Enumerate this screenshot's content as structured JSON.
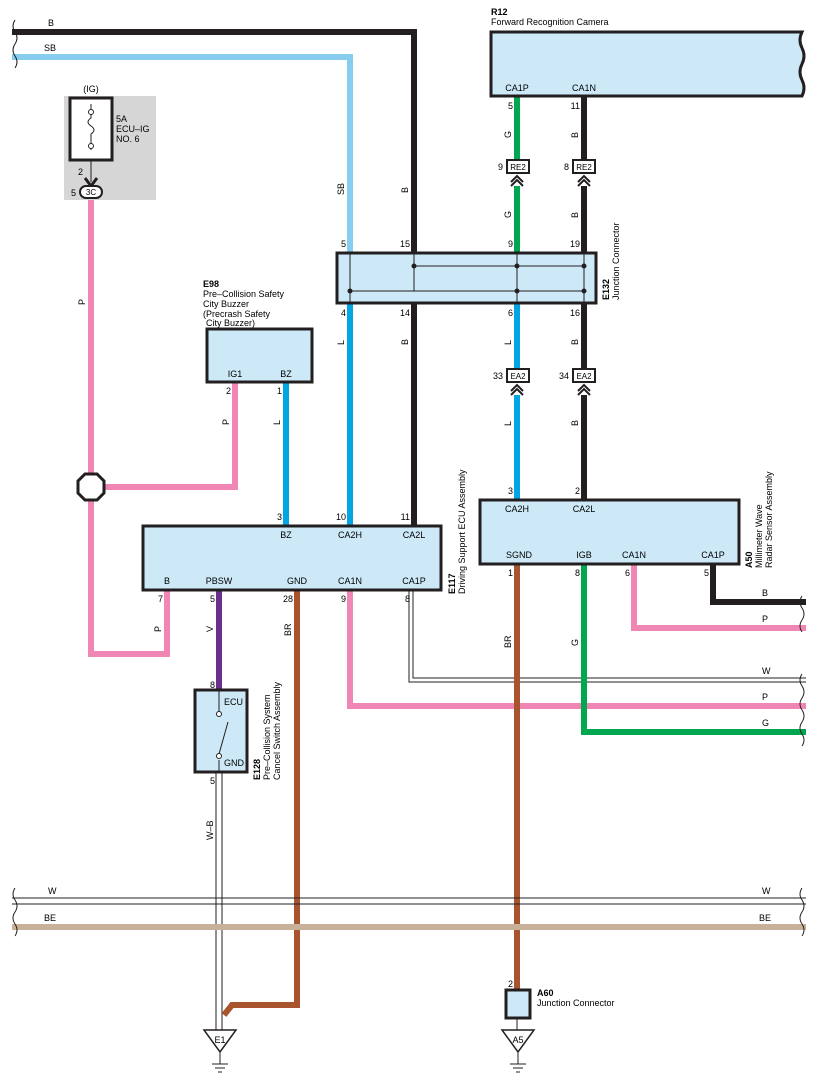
{
  "colors": {
    "black": "#231f20",
    "sky_blue": "#87cdf0",
    "blue": "#00a6e4",
    "pink": "#ef86b4",
    "green": "#00a650",
    "brown": "#a8552f",
    "violet": "#6a2e8c",
    "beige": "#c7b299",
    "box_fill": "#cde9f8",
    "fuse_panel": "#d6d6d6"
  },
  "buses": {
    "b": "B",
    "sb": "SB",
    "w": "W",
    "be": "BE"
  },
  "fuse": {
    "source": "(IG)",
    "rating": "5A",
    "name1": "ECU–IG",
    "name2": "NO. 6",
    "pin": "2",
    "conn_pin": "5",
    "connector": "3C"
  },
  "camera": {
    "code": "R12",
    "name": "Forward Recognition Camera",
    "terminals": [
      "CA1P",
      "CA1N"
    ],
    "pins": [
      "5",
      "11"
    ]
  },
  "re2": {
    "label": "RE2",
    "pins": [
      "9",
      "8"
    ]
  },
  "ea2": {
    "label": "EA2",
    "pins": [
      "33",
      "34"
    ]
  },
  "e132": {
    "code": "E132",
    "name": "Junction Connector",
    "top_pins": [
      "5",
      "15",
      "9",
      "19"
    ],
    "bottom_pins": [
      "4",
      "14",
      "6",
      "16"
    ]
  },
  "e98": {
    "code": "E98",
    "line1": "Pre–Collision Safety",
    "line2": "City Buzzer",
    "line3": "(Precrash Safety",
    "line4": "City Buzzer)",
    "terminals": [
      "IG1",
      "BZ"
    ],
    "pins": [
      "2",
      "1"
    ]
  },
  "e117": {
    "code": "E117",
    "name": "Driving Support ECU Assembly",
    "top_terminals": [
      "BZ",
      "CA2H",
      "CA2L"
    ],
    "top_pins": [
      "3",
      "10",
      "11"
    ],
    "bottom_terminals": [
      "B",
      "PBSW",
      "GND",
      "CA1N",
      "CA1P"
    ],
    "bottom_pins": [
      "7",
      "5",
      "28",
      "9",
      "8"
    ]
  },
  "a50": {
    "code": "A50",
    "line1": "Millimeter Wave",
    "line2": "Radar Sensor Assembly",
    "top_terminals": [
      "CA2H",
      "CA2L"
    ],
    "top_pins": [
      "3",
      "2"
    ],
    "bottom_terminals": [
      "SGND",
      "IGB",
      "CA1N",
      "CA1P"
    ],
    "bottom_pins": [
      "1",
      "8",
      "6",
      "5"
    ]
  },
  "e128": {
    "code": "E128",
    "line1": "Pre–Collision System",
    "line2": "Cancel Switch Assembly",
    "terminals": [
      "ECU",
      "GND"
    ],
    "pins": [
      "8",
      "5"
    ]
  },
  "a60": {
    "code": "A60",
    "name": "Junction Connector",
    "pin": "2"
  },
  "grounds": [
    "E1",
    "A5"
  ],
  "wire_colors": {
    "sb": "SB",
    "b": "B",
    "g": "G",
    "l": "L",
    "p": "P",
    "br": "BR",
    "v": "V",
    "w": "W",
    "wb": "W–B"
  }
}
